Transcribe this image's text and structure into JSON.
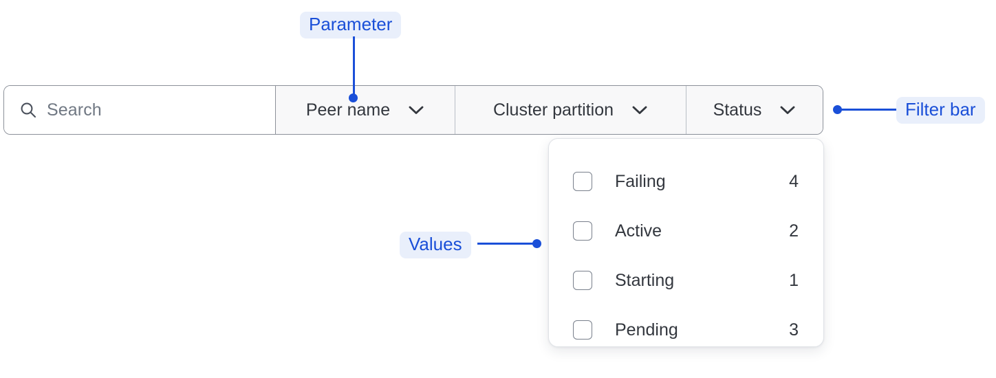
{
  "filter_bar": {
    "search": {
      "icon": "search-icon",
      "placeholder": "Search",
      "value": ""
    },
    "dropdowns": [
      {
        "label": "Peer name",
        "icon": "chevron-down-icon"
      },
      {
        "label": "Cluster partition",
        "icon": "chevron-down-icon"
      },
      {
        "label": "Status",
        "icon": "chevron-down-icon"
      }
    ]
  },
  "dropdown_panel": {
    "open_for": "Status",
    "options": [
      {
        "label": "Failing",
        "count": "4",
        "checked": false
      },
      {
        "label": "Active",
        "count": "2",
        "checked": false
      },
      {
        "label": "Starting",
        "count": "1",
        "checked": false
      },
      {
        "label": "Pending",
        "count": "3",
        "checked": false
      }
    ]
  },
  "annotations": [
    {
      "label": "Parameter",
      "target": "peer-name-dropdown"
    },
    {
      "label": "Filter bar",
      "target": "filter-bar"
    },
    {
      "label": "Values",
      "target": "dropdown-panel-options"
    }
  ],
  "colors": {
    "annotation_text": "#1a4fd8",
    "annotation_pill_bg": "#e9effb",
    "bar_border": "#8b9099",
    "segment_bg": "#f8f8f9",
    "text": "#33373e",
    "placeholder": "#707883"
  }
}
